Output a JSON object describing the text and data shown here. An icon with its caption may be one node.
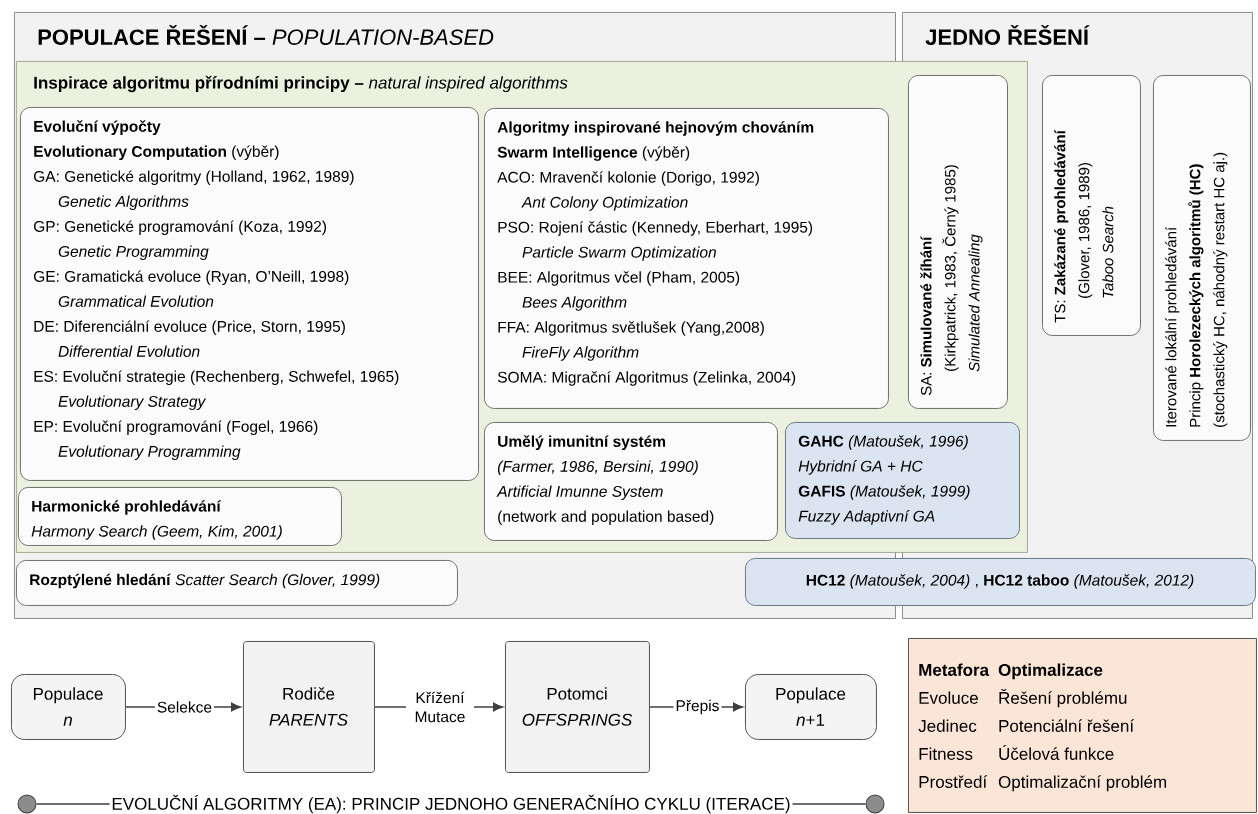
{
  "diagram": {
    "nodes": [
      {
        "text": [
          "**POPULACE ŘEŠENÍ –** *POPULATION-BASED*"
        ]
      },
      {
        "text": [
          "JEDNO ŘEŠENÍ"
        ]
      },
      {
        "text": [
          "**Inspirace algoritmu přírodními principy –** *natural inspired algorithms*"
        ]
      },
      {
        "text": [
          "Evoluční výpočty",
          "**Evolutionary Computation** (výběr)",
          "GA: Genetické algoritmy (Holland, 1962, 1989)",
          "Genetic Algorithms",
          "GP: Genetické programování (Koza, 1992)",
          "Genetic Programming",
          "GE: Gramatická evoluce (Ryan, O’Neill, 1998)",
          "Grammatical Evolution",
          "DE: Diferenciální evoluce (Price, Storn, 1995)",
          "Differential Evolution",
          "ES: Evoluční strategie (Rechenberg, Schwefel, 1965)",
          "Evolutionary Strategy",
          "EP: Evoluční programování (Fogel, 1966)",
          "Evolutionary Programming"
        ],
        "in": 2
      },
      {
        "text": [
          "Harmonické prohledávání",
          "Harmony Search (Geem, Kim, 2001)"
        ],
        "in": 2
      },
      {
        "text": [
          "Algoritmy inspirované hejnovým chováním",
          "**Swarm Intelligence** (výběr)",
          "ACO: Mravenčí kolonie (Dorigo, 1992)",
          "Ant Colony Optimization",
          "PSO: Rojení částic (Kennedy, Eberhart, 1995)",
          "Particle Swarm Optimization",
          "BEE: Algoritmus včel (Pham, 2005)",
          "Bees Algorithm",
          "FFA: Algoritmus světlušek (Yang,2008)",
          "FireFly Algorithm",
          "SOMA: Migrační Algoritmus (Zelinka, 2004)"
        ],
        "in": 2
      },
      {
        "text": [
          "Umělý imunitní systém",
          "(Farmer, 1986, Bersini, 1990)",
          "Artificial Imunne System",
          "(network and population based)"
        ],
        "in": 2
      },
      {
        "text": [
          "**GAHC** *(Matoušek, 1996)*",
          "Hybridní GA + HC",
          "**GAFIS** *(Matoušek, 1999)*",
          "Fuzzy Adaptivní GA"
        ],
        "in": 2
      },
      {
        "text": [
          "SA: **Simulované žíhání**",
          "(Kirkpatrick, 1983, Černý 1985)",
          "Simulated Annealing"
        ]
      },
      {
        "text": [
          "**Rozptýlené hledání** *Scatter Search (Glover, 1999)*"
        ],
        "in": 0
      },
      {
        "text": [
          "TS: **Zakázané prohledávání**",
          "(Glover, 1986, 1989)",
          "Taboo Search"
        ],
        "in": 1
      },
      {
        "text": [
          "Iterované lokální prohledávání",
          "Princip **Horolezeckých algoritmů (HC)**",
          "(stochastický HC, náhodný restart HC aj.)"
        ],
        "in": 1
      },
      {
        "text": [
          "**HC12** *(Matoušek, 2004)* , **HC12 taboo** *(Matoušek, 2012)*"
        ]
      },
      {
        "text": [
          "Populace",
          "n"
        ]
      },
      {
        "text": [
          "Rodiče",
          "PARENTS"
        ]
      },
      {
        "text": [
          "Potomci",
          "OFFSPRINGS"
        ]
      },
      {
        "text": [
          "Populace",
          "*n*+1"
        ]
      },
      {
        "text": [
          "Metafora",
          "Optimalizace",
          "Evoluce",
          "Řešení problému",
          "Jedinec",
          "Potenciální řešení",
          "Fitness",
          "Účelová funkce",
          "Prostředí",
          "Optimalizační problém"
        ]
      },
      {
        "text": [],
        "shape": "circle"
      },
      {
        "text": [],
        "shape": "circle"
      }
    ],
    "edges": [
      {
        "from": 13,
        "to": 14,
        "arrow": "to",
        "label": "Selekce"
      },
      {
        "from": 14,
        "to": 15,
        "arrow": "to",
        "label": "Křížení Mutace"
      },
      {
        "from": 15,
        "to": 16,
        "arrow": "to",
        "label": "Přepis"
      },
      {
        "from": 18,
        "to": 19,
        "arrow": "none",
        "label": "EVOLUČNÍ ALGORITMY (EA): PRINCIP JEDNOHO GENERAČNÍHO CYKLU (ITERACE)"
      }
    ]
  }
}
